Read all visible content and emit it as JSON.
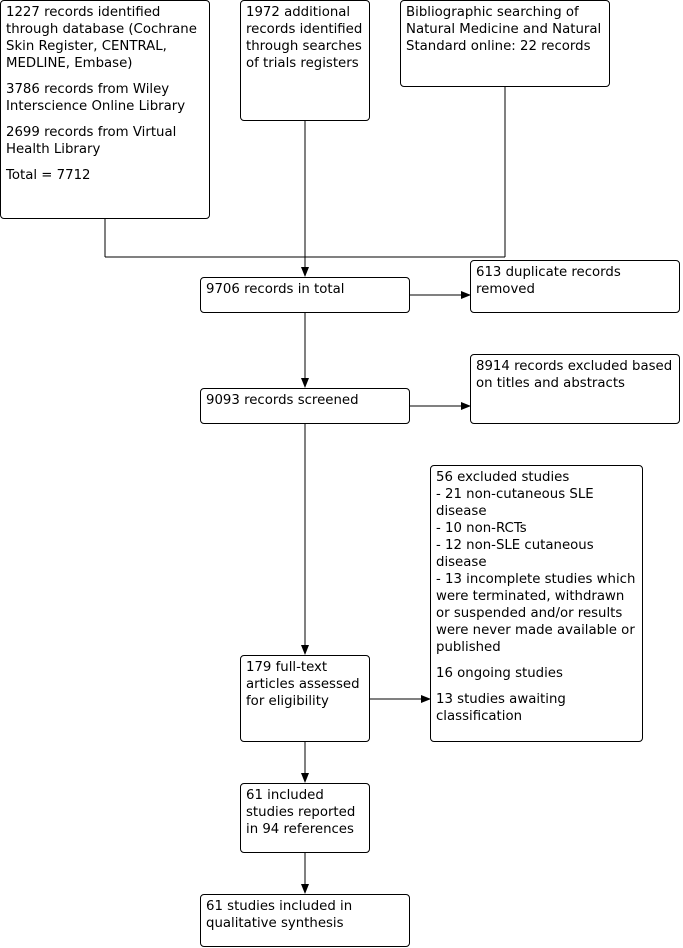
{
  "sources": {
    "database": {
      "lines": [
        "1227 records identified through database (Cochrane Skin Register, CENTRAL, MEDLINE, Embase)",
        "3786 records from Wiley Interscience Online Library",
        "2699 records from Virtual Health Library",
        "Total = 7712"
      ]
    },
    "registers": "1972 additional records identified through searches of trials registers",
    "bibliographic": "Bibliographic searching of Natural Medicine and Natural Standard online: 22 records"
  },
  "records_total": "9706 records in total",
  "duplicates_removed": "613 duplicate records removed",
  "records_screened": "9093 records screened",
  "records_excluded": "8914 records excluded based on titles and abstracts",
  "fulltext_assessed": "179 full-text articles assessed for eligibility",
  "excluded_studies": {
    "lines": [
      "56 excluded studies",
      "- 21 non-cutaneous SLE disease",
      "- 10 non-RCTs",
      "- 12 non-SLE cutaneous disease",
      "- 13 incomplete studies which were terminated, withdrawn or suspended and/or results were never made available or published"
    ],
    "ongoing": "16 ongoing studies",
    "awaiting": "13 studies awaiting classification"
  },
  "included_studies": "61 included studies reported in 94 references",
  "qualitative_synthesis": "61 studies included in qualitative synthesis"
}
